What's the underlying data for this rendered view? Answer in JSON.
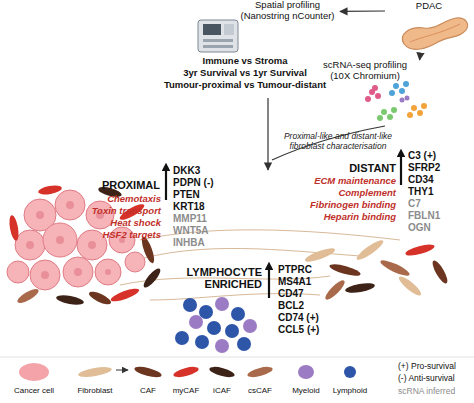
{
  "diagram": {
    "nodes": [
      {
        "text": [
          "PDAC"
        ]
      },
      {
        "text": [
          "Spatial profiling (Nanostring nCounter)",
          "Immune vs Stroma",
          "3yr Survival vs 1yr Survival",
          "Tumour-proximal vs Tumour-distant"
        ]
      },
      {
        "text": [
          "scRNA-seq profiling (10X Chromium)"
        ]
      },
      {
        "text": [
          "PROXIMAL",
          "DKK3",
          "PDPN (-)",
          "PTEN",
          "KRT18",
          "MMP11",
          "WNT5A",
          "INHBA",
          "Chemotaxis",
          "Toxin transport",
          "Heat shock",
          "HSF2 targets"
        ]
      },
      {
        "text": [
          "DISTANT",
          "C3 (+)",
          "SFRP2",
          "CD34",
          "THY1",
          "C7",
          "FBLN1",
          "OGN",
          "ECM maintenance",
          "Complement",
          "Fibrinogen binding",
          "Heparin binding"
        ]
      },
      {
        "text": [
          "LYMPHOCYTE ENRICHED",
          "PTPRC",
          "MS4A1",
          "CD47",
          "BCL2",
          "CD74 (+)",
          "CCL5 (+)"
        ]
      }
    ],
    "edges": [
      {
        "from": 0,
        "to": 1,
        "arrow": "to"
      },
      {
        "from": 0,
        "to": 2,
        "arrow": "to"
      }
    ],
    "labels": [
      "Proximal-like and distant-like fibroblast characterisation",
      "(+) Pro-survival",
      "(-) Anti-survival",
      "scRNA inferred"
    ],
    "legend": [
      {
        "text": "Cancer cell",
        "color": "#f4a3a8"
      },
      {
        "text": "Fibroblast",
        "color": "#e0bd96"
      },
      {
        "text": "CAF",
        "color": "#6b3520"
      },
      {
        "text": "myCAF",
        "color": "#d6322a"
      },
      {
        "text": "iCAF",
        "color": "#3d2217"
      },
      {
        "text": "csCAF",
        "color": "#a86a4a"
      },
      {
        "text": "Myeloid",
        "color": "#9b7cc4"
      },
      {
        "text": "Lymphoid",
        "color": "#2d55a8"
      }
    ]
  }
}
